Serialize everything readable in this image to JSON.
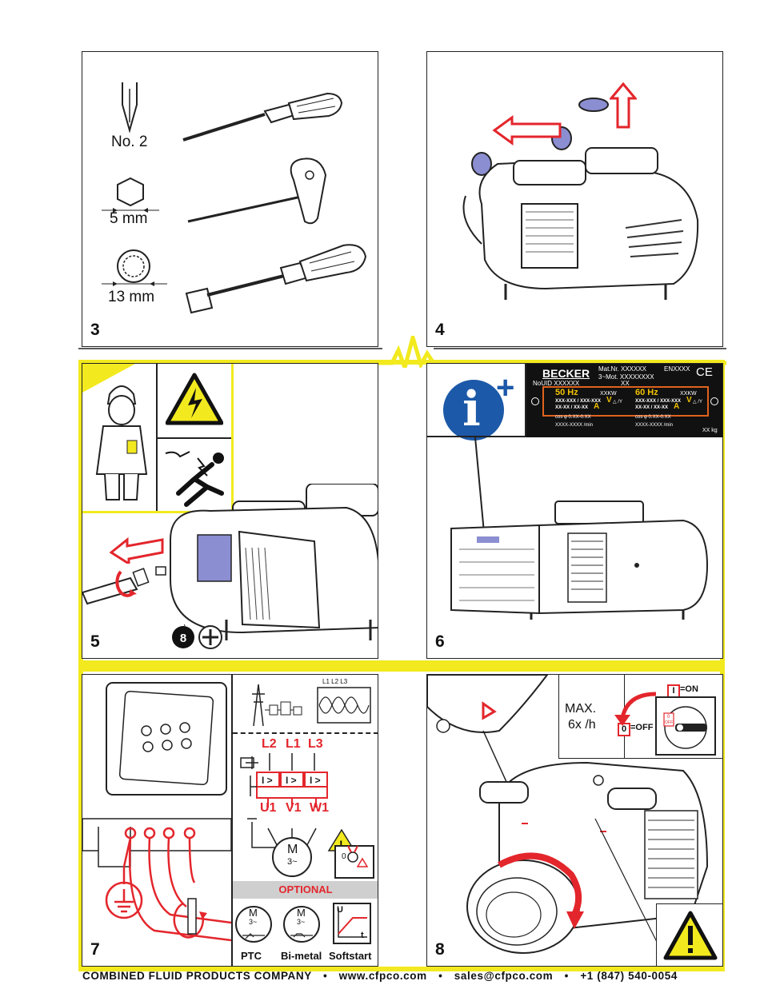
{
  "panels": [
    {
      "id": "3",
      "number": "3"
    },
    {
      "id": "4",
      "number": "4"
    },
    {
      "id": "5",
      "number": "5"
    },
    {
      "id": "6",
      "number": "6"
    },
    {
      "id": "7",
      "number": "7"
    },
    {
      "id": "8",
      "number": "8"
    }
  ],
  "tools": {
    "screwdriver_label": "No. 2",
    "hex_key_label": "5 mm",
    "socket_label": "13 mm"
  },
  "nameplate": {
    "brand": "BECKER",
    "mat_nr": "Mat.Nr. XXXXXX",
    "mot": "3~Mot. XXXXXXXX",
    "nouid": "NoUID XXXXXX",
    "xx": "XX",
    "en": "ENXXXX",
    "ce": "CE",
    "hz50": "50 Hz",
    "hz60": "60 Hz",
    "kw50": "XXKW",
    "kw60": "XXKW",
    "volt50": "XXX-XXX / XXX-XXX",
    "volt60": "XXX-XXX / XXX-XXX",
    "v_mark": "V",
    "delta_y": "△ /Y",
    "amp50": "XX-XX / XX-XX",
    "amp60": "XX-XX / XX-XX",
    "a_mark": "A",
    "cos50": "cos φ  0.XX-0.XX",
    "cos60": "cos φ  0.XX-0.XX",
    "rpm50": "XXXX-XXXX /min",
    "rpm60": "XXXX-XXXX /min",
    "weight": "XX kg"
  },
  "wiring": {
    "phases_top": "L1 L2 L3",
    "l2": "L2",
    "l1": "L1",
    "l3": "L3",
    "u1": "U1",
    "v1": "V1",
    "w1": "W1",
    "motor_m": "M",
    "motor_phase": "3~",
    "optional": "OPTIONAL",
    "ptc": "PTC",
    "bimetal": "Bi-metal",
    "softstart": "Softstart",
    "u_axis": "U",
    "t_axis": "t",
    "switch_zero": "0"
  },
  "starts": {
    "max_label": "MAX.",
    "per_hour": "6x /h",
    "on_box": "I",
    "on_label": "=ON",
    "off_box": "0",
    "off_label": "=OFF",
    "knob_off": "OFF",
    "knob_zero": "0"
  },
  "footer": {
    "company": "COMBINED FLUID PRODUCTS COMPANY",
    "website": "www.cfpco.com",
    "email": "sales@cfpco.com",
    "phone": "+1 (847) 540-0054",
    "bullet": "•"
  },
  "colors": {
    "yellow_frame": "#f2ea1e",
    "red": "#e3262c",
    "blue_info": "#1c59a8",
    "plate_orange": "#e0621e"
  }
}
